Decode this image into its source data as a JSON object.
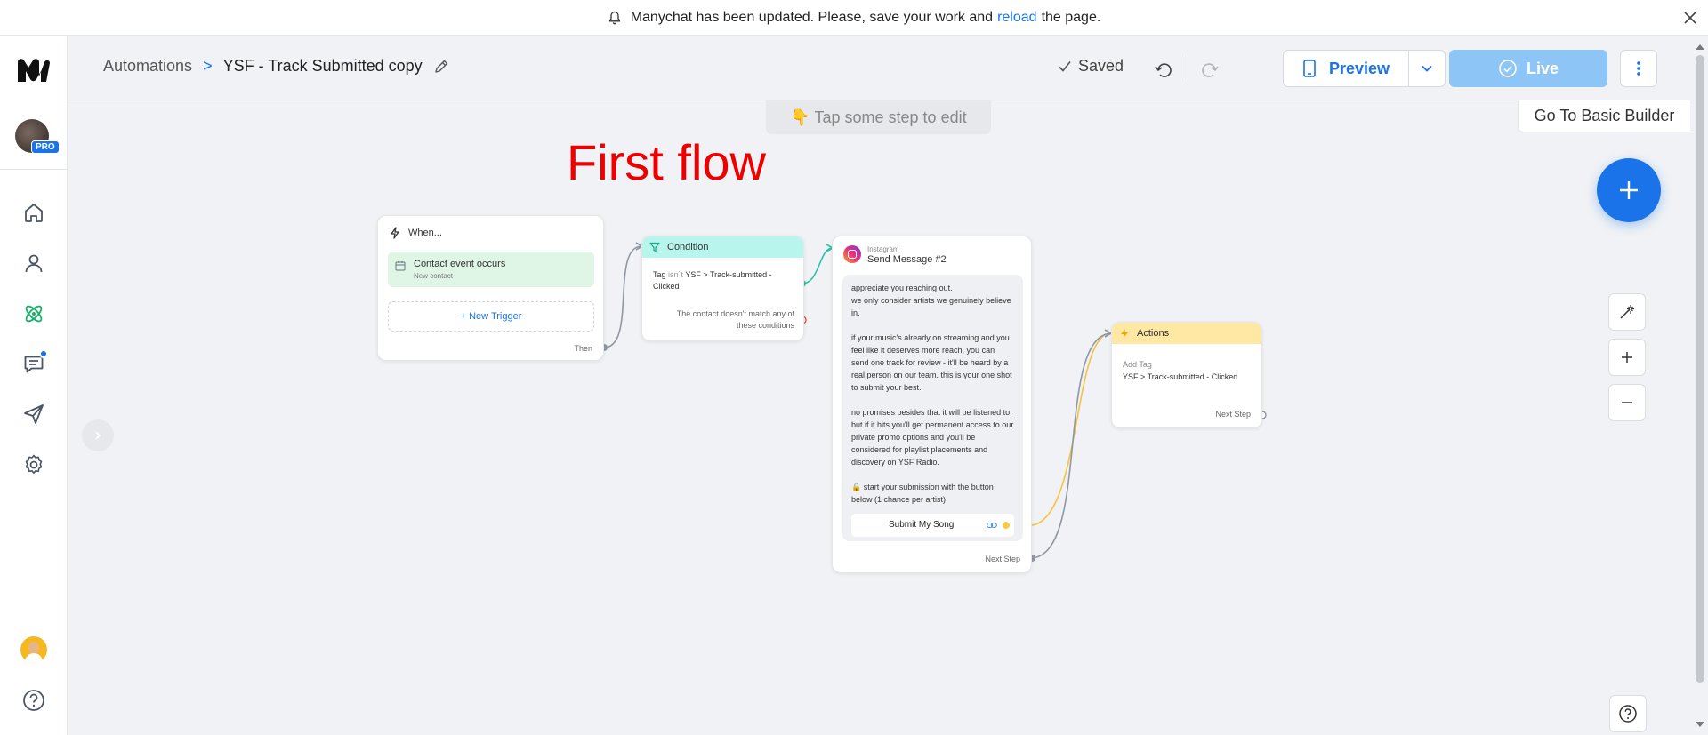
{
  "notice": {
    "text_before": "Manychat has been updated. Please, save your work and",
    "link": "reload",
    "text_after": "the page."
  },
  "sidebar": {
    "pro_badge": "PRO",
    "items": [
      {
        "icon": "home-icon"
      },
      {
        "icon": "contacts-icon"
      },
      {
        "icon": "automation-icon",
        "active": true
      },
      {
        "icon": "chat-icon",
        "has_badge": true
      },
      {
        "icon": "broadcast-icon"
      },
      {
        "icon": "settings-icon"
      }
    ]
  },
  "header": {
    "breadcrumb_root": "Automations",
    "breadcrumb_sep": ">",
    "title": "YSF - Track Submitted copy",
    "saved": "Saved",
    "preview": "Preview",
    "live": "Live"
  },
  "canvas": {
    "tap_hint": "👇 Tap some step to edit",
    "basic_builder": "Go To Basic Builder",
    "annotation": "First flow",
    "trigger": {
      "title": "When...",
      "event": "Contact event occurs",
      "event_sub": "New contact",
      "new_trigger": "+ New Trigger",
      "then": "Then"
    },
    "condition": {
      "title": "Condition",
      "rule_a": "Tag",
      "rule_b": "isn`t",
      "rule_c": "YSF > Track-submitted - Clicked",
      "else": "The contact doesn't match any of these conditions"
    },
    "send_message": {
      "platform": "Instagram",
      "title": "Send Message #2",
      "body": "appreciate you reaching out.\nwe only consider artists we genuinely believe in.\n\nif your music's already on streaming and you feel like it deserves more reach, you can send one track for review - it'll be heard by a real person on our team. this is your one shot to submit your best.\n\nno promises besides that it will be listened to, but if it hits you'll get permanent access to our private promo options and you'll be considered for playlist placements and discovery on YSF Radio.\n\n🔒 start your submission with the button below (1 chance per artist)",
      "button": "Submit My Song",
      "next": "Next Step"
    },
    "actions": {
      "title": "Actions",
      "label": "Add Tag",
      "value": "YSF > Track-submitted - Clicked",
      "next": "Next Step"
    }
  },
  "colors": {
    "accent": "#1a73e8",
    "live_button": "#8ec5f7",
    "condition_header": "#b8f5ec",
    "actions_header": "#ffe8a3",
    "trigger_event": "#dff5e6",
    "annotation": "#ee0000"
  }
}
